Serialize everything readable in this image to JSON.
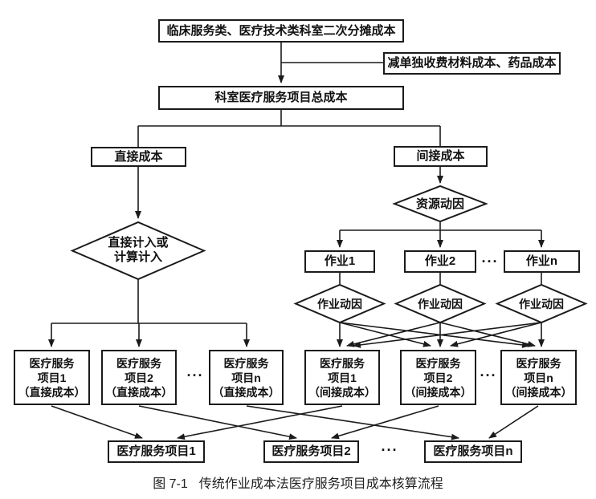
{
  "diagram": {
    "nodes": {
      "secondary": "临床服务类、医疗技术类科室二次分摊成本",
      "deduct": "减单独收费材料成本、药品成本",
      "total": "科室医疗服务项目总成本",
      "direct": "直接成本",
      "indirect": "间接成本",
      "direct_method": {
        "l1": "直接计入或",
        "l2": "计算计入"
      },
      "resource_driver": "资源动因",
      "activities": [
        "作业1",
        "作业2",
        "作业n"
      ],
      "activity_driver": "作业动因",
      "direct_projects": [
        {
          "l1": "医疗服务",
          "l2": "项目1",
          "l3": "（直接成本）"
        },
        {
          "l1": "医疗服务",
          "l2": "项目2",
          "l3": "（直接成本）"
        },
        {
          "l1": "医疗服务",
          "l2": "项目n",
          "l3": "（直接成本）"
        }
      ],
      "indirect_projects": [
        {
          "l1": "医疗服务",
          "l2": "项目1",
          "l3": "（间接成本）"
        },
        {
          "l1": "医疗服务",
          "l2": "项目2",
          "l3": "（间接成本）"
        },
        {
          "l1": "医疗服务",
          "l2": "项目n",
          "l3": "（间接成本）"
        }
      ],
      "final_projects": [
        "医疗服务项目1",
        "医疗服务项目2",
        "医疗服务项目n"
      ]
    },
    "ellipsis": "···",
    "colors": {
      "line": "#1b1b1b",
      "background": "#ffffff",
      "text": "#111111"
    }
  },
  "caption": {
    "label": "图 7-1",
    "title": "传统作业成本法医疗服务项目成本核算流程"
  }
}
